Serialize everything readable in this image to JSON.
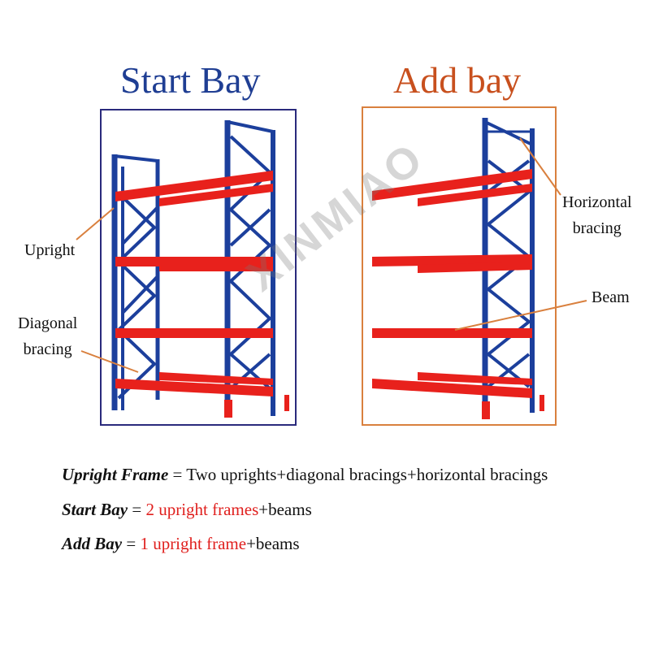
{
  "titles": {
    "start_bay": "Start Bay",
    "add_bay": "Add bay"
  },
  "callouts": {
    "upright": "Upright",
    "diagonal_line1": "Diagonal",
    "diagonal_line2": "bracing",
    "horizontal_line1": "Horizontal",
    "horizontal_line2": "bracing",
    "beam": "Beam"
  },
  "watermark": "XINMIAO",
  "legend": [
    {
      "term": "Upright Frame",
      "eq": " = ",
      "red": "",
      "rest": "Two uprights+diagonal bracings+horizontal bracings"
    },
    {
      "term": "Start Bay",
      "eq": " = ",
      "red": "2 upright frames",
      "rest": "+beams"
    },
    {
      "term": "Add Bay",
      "eq": " = ",
      "red": "1 upright frame",
      "rest": "+beams"
    }
  ],
  "colors": {
    "upright": "#1c3f9c",
    "beam": "#e8211c",
    "start_frame": "#2a2a7c",
    "add_frame": "#d9803e"
  }
}
